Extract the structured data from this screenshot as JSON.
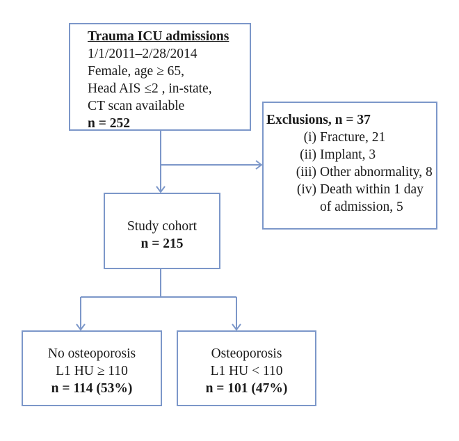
{
  "colors": {
    "box_border": "#7c97c9",
    "connector": "#7c97c9",
    "text": "#1a1a1a"
  },
  "admissions": {
    "title": "Trauma ICU admissions",
    "lines": [
      "1/1/2011–2/28/2014",
      "Female, age ≥ 65,",
      "Head AIS ≤2 , in-state,",
      "CT scan available"
    ],
    "n": "n = 252"
  },
  "exclusions": {
    "title": "Exclusions, n = 37",
    "items": [
      {
        "num": "(i)",
        "text": "Fracture, 21"
      },
      {
        "num": "(ii)",
        "text": "Implant, 3"
      },
      {
        "num": "(iii)",
        "text": "Other abnormality, 8"
      },
      {
        "num": "(iv)",
        "text": "Death within 1 day of admission, 5"
      }
    ]
  },
  "cohort": {
    "label": "Study cohort",
    "n": "n = 215"
  },
  "no_osteoporosis": {
    "label": "No osteoporosis",
    "criterion": "L1 HU ≥ 110",
    "n": "n = 114 (53%)"
  },
  "osteoporosis": {
    "label": "Osteoporosis",
    "criterion": "L1 HU < 110",
    "n": "n = 101 (47%)"
  }
}
